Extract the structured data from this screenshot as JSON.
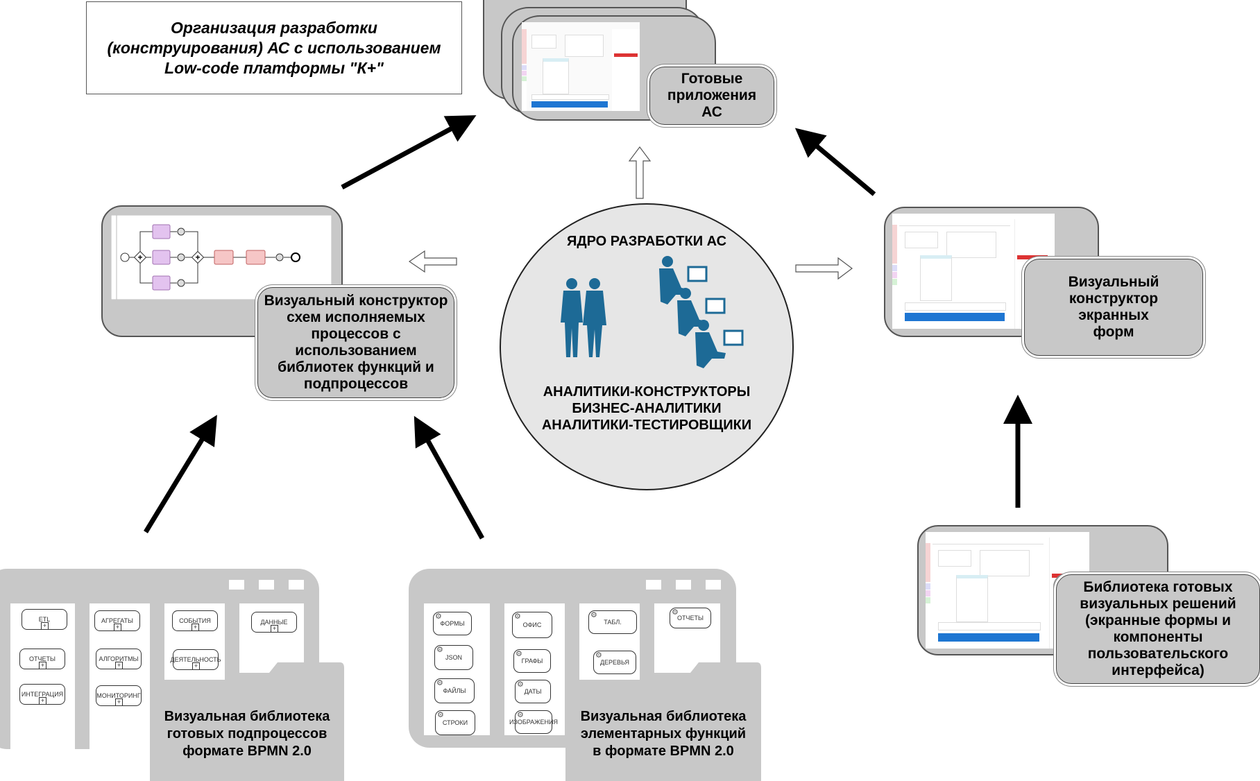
{
  "title": {
    "lines": [
      "Организация разработки",
      "(конструирования) АС с использованием",
      "Low-code платформы \"К+\""
    ]
  },
  "ready_apps": {
    "label_lines": [
      "Готовые",
      "приложения",
      "АС"
    ]
  },
  "process_designer": {
    "label_lines": [
      "Визуальный конструктор",
      "схем исполняемых",
      "процессов с",
      "использованием",
      "библиотек функций и",
      "подпроцессов"
    ]
  },
  "form_designer": {
    "label_lines": [
      "Визуальный",
      "конструктор",
      "экранных",
      "форм"
    ]
  },
  "core": {
    "title": "ЯДРО РАЗРАБОТКИ АС",
    "roles": [
      "АНАЛИТИКИ-КОНСТРУКТОРЫ",
      "БИЗНЕС-АНАЛИТИКИ",
      "АНАЛИТИКИ-ТЕСТИРОВЩИКИ"
    ],
    "figure_color": "#1d6a96"
  },
  "subprocess_library": {
    "items": [
      "ETL",
      "ОТЧЕТЫ",
      "ИНТЕГРАЦИЯ",
      "АГРЕГАТЫ",
      "АЛГОРИТМЫ",
      "МОНИТОРИНГ",
      "СОБЫТИЯ",
      "ДЕЯТЕЛЬНОСТЬ",
      "ДАННЫЕ"
    ],
    "label_lines": [
      "Визуальная библиотека",
      "готовых подпроцессов",
      "формате BPMN 2.0"
    ]
  },
  "function_library": {
    "items": [
      "ФОРМЫ",
      "JSON",
      "ФАЙЛЫ",
      "СТРОКИ",
      "ОФИС",
      "ГРАФЫ",
      "ДАТЫ",
      "ИЗОБРАЖЕНИЯ",
      "ТАБЛ.",
      "ДЕРЕВЬЯ",
      "ОТЧЕТЫ"
    ],
    "label_lines": [
      "Визуальная библиотека",
      "элементарных функций",
      "в формате BPMN 2.0"
    ]
  },
  "visual_solutions_library": {
    "label_lines": [
      "Библиотека готовых",
      "визуальных решений",
      "(экранные формы и",
      "компоненты",
      "пользовательского",
      "интерфейса)"
    ]
  },
  "colors": {
    "panel_gray": "#c8c8c8",
    "bpmn_task_purple": "#e3c3ef",
    "bpmn_task_red": "#f6c6c6",
    "primary_button_blue": "#1e76d2",
    "danger_button_red": "#dd3333"
  }
}
